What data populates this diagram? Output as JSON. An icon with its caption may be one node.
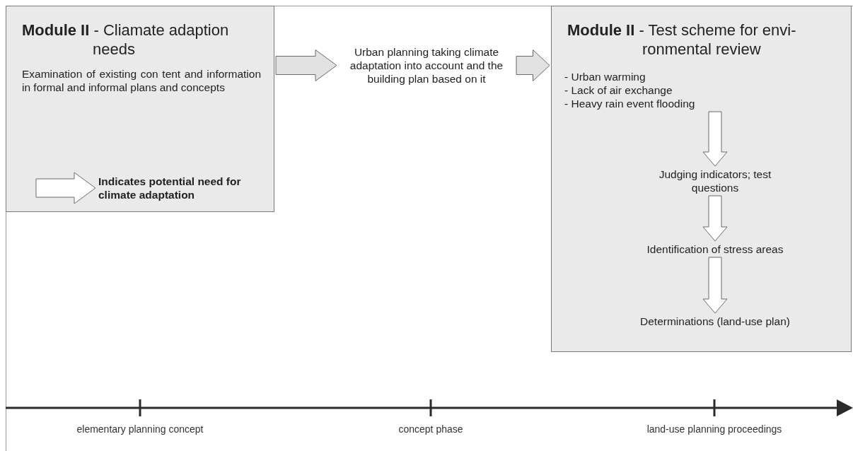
{
  "diagram": {
    "nodes": [
      {
        "text": [
          "**Module II** - Cliamate adaption needs",
          "Examination of existing con tent and information in formal and informal plans and concepts"
        ]
      },
      {
        "text": [
          "Indicates potential need for climate adaptation"
        ],
        "in": 0
      },
      {
        "text": [
          "Urban planning taking climate adaptation into account and the building plan based on it"
        ]
      },
      {
        "text": [
          "**Module II** - Test scheme for envi-ronmental review"
        ]
      },
      {
        "text": [
          "- Urban warming",
          "- Lack of air exchange",
          "- Heavy rain event flooding"
        ],
        "in": 3
      },
      {
        "text": [
          "Judging indicators; test questions"
        ],
        "in": 3
      },
      {
        "text": [
          "Identification of stress areas"
        ],
        "in": 3
      },
      {
        "text": [
          "Determinations (land-use plan)"
        ],
        "in": 3
      }
    ],
    "edges": [
      {
        "from": null,
        "to": 1,
        "arrow": "to"
      },
      {
        "from": 0,
        "to": 2,
        "arrow": "to"
      },
      {
        "from": 2,
        "to": 3,
        "arrow": "to"
      },
      {
        "from": 4,
        "to": 5,
        "arrow": "to"
      },
      {
        "from": 5,
        "to": 6,
        "arrow": "to"
      },
      {
        "from": 6,
        "to": 7,
        "arrow": "to"
      }
    ],
    "labels": [
      "elementary planning concept",
      "concept phase",
      "land-use planning proceedings"
    ]
  }
}
